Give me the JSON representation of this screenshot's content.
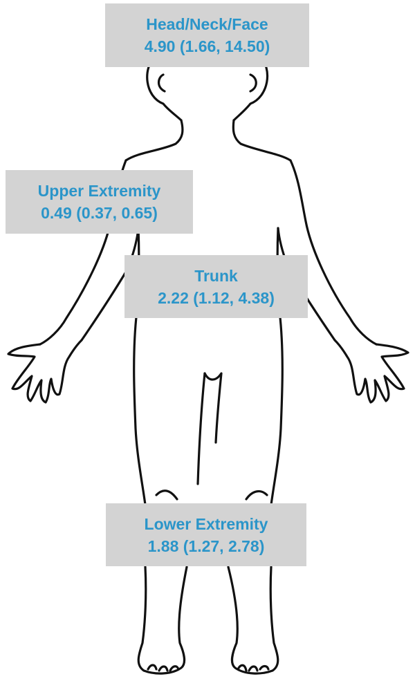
{
  "regions": {
    "head": {
      "name": "Head/Neck/Face",
      "value": "4.90 (1.66, 14.50)"
    },
    "upper": {
      "name": "Upper Extremity",
      "value": "0.49 (0.37, 0.65)"
    },
    "trunk": {
      "name": "Trunk",
      "value": "2.22 (1.12, 4.38)"
    },
    "lower": {
      "name": "Lower Extremity",
      "value": "1.88 (1.27, 2.78)"
    }
  },
  "colors": {
    "label_text": "#2b95c9",
    "label_bg": "#d3d3d3",
    "outline": "#111111"
  }
}
